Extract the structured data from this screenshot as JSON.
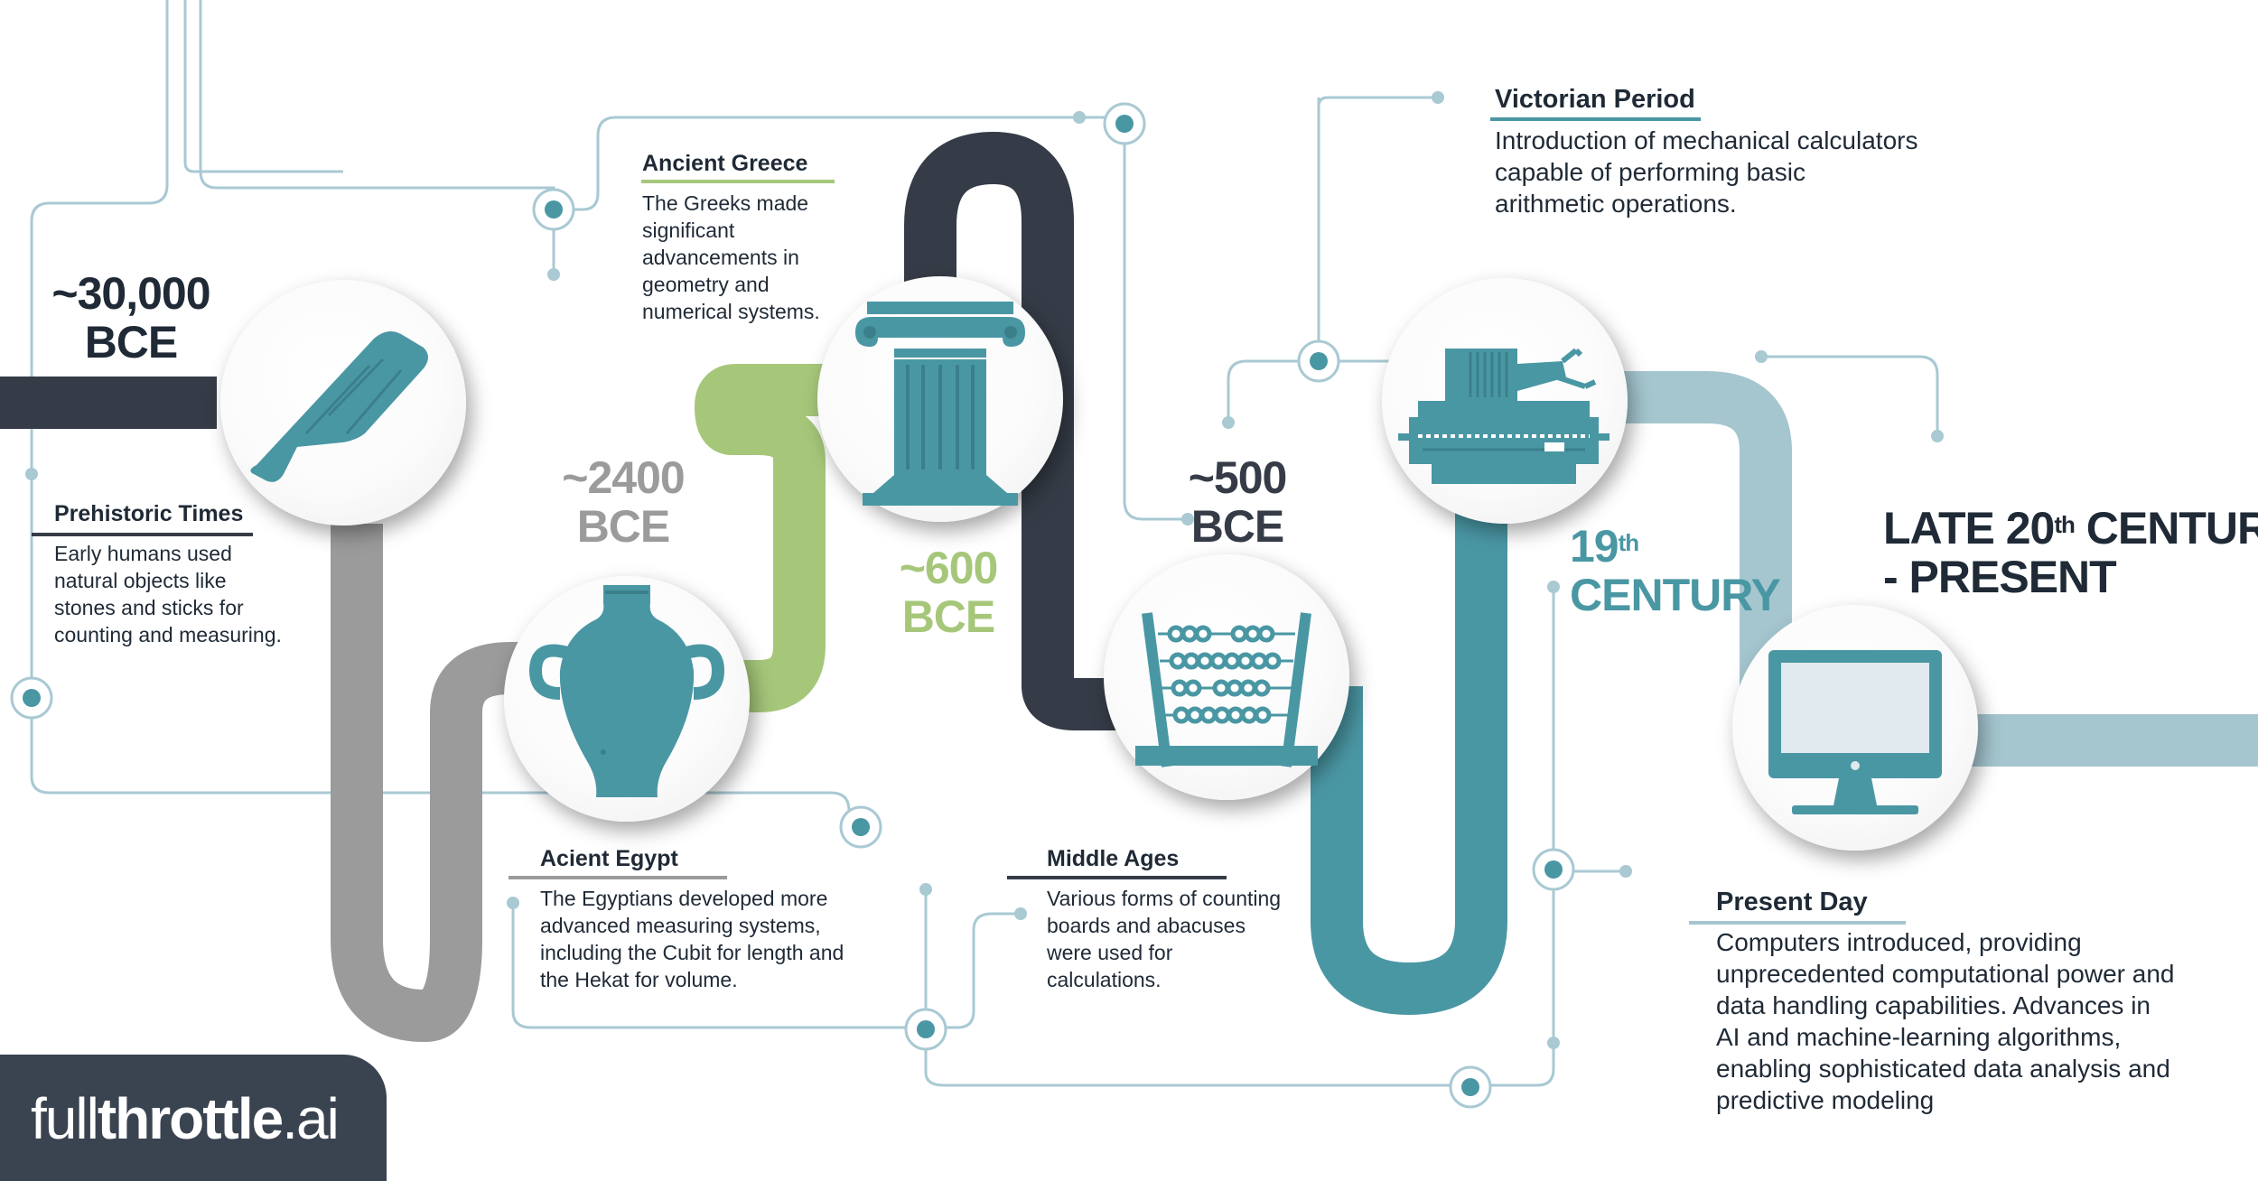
{
  "colors": {
    "dark": "#353c47",
    "gray": "#9b9b9b",
    "green": "#a6c77a",
    "teal": "#4a97a4",
    "light_teal": "#a5c6cf",
    "line": "#a9c9d3",
    "icon": "#4a97a4"
  },
  "eras": {
    "e1_line1": "~30,000",
    "e1_line2": "BCE",
    "e2_line1": "~2400",
    "e2_line2": "BCE",
    "e3_line1": "~600",
    "e3_line2": "BCE",
    "e4_line1": "~500",
    "e4_line2": "BCE",
    "e5_num": "19",
    "e5_sup": "th",
    "e5_line2": "CENTURY",
    "e6_pre": "LATE 20",
    "e6_sup": "th",
    "e6_post": " CENTURY",
    "e6_line2": "- PRESENT"
  },
  "milestones": {
    "prehistoric": {
      "heading": "Prehistoric Times",
      "text": "Early humans used natural objects like stones and sticks for counting and measuring.",
      "icon": "stick-icon"
    },
    "egypt": {
      "heading": "Acient Egypt",
      "text": "The Egyptians developed more advanced measuring systems, including the Cubit for length and the Hekat for volume.",
      "icon": "vase-icon"
    },
    "greece": {
      "heading": "Ancient Greece",
      "text": "The Greeks made significant advancements in geometry and numerical systems.",
      "icon": "column-icon"
    },
    "middle_ages": {
      "heading": "Middle Ages",
      "text": "Various forms of counting boards and abacuses were used for calculations.",
      "icon": "abacus-icon"
    },
    "victorian": {
      "heading": "Victorian Period",
      "text": "Introduction of mechanical calculators capable of performing basic arithmetic operations.",
      "icon": "mechanical-calculator-icon"
    },
    "present": {
      "heading": "Present Day",
      "text": "Computers introduced, providing unprecedented computational power and data handling capabilities. Advances in AI and machine-learning algorithms, enabling sophisticated data analysis and predictive modeling",
      "icon": "computer-monitor-icon"
    }
  },
  "logo": {
    "part1": "full",
    "part2": "throttle",
    "part3": ".ai"
  }
}
